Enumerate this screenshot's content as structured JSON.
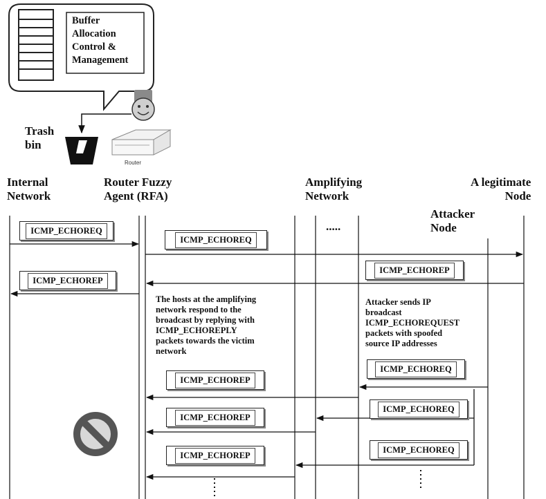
{
  "bubble": {
    "text": "Buffer\nAllocation\nControl &\nManagement"
  },
  "trash": {
    "label": "Trash\nbin"
  },
  "router": {
    "label": "Router"
  },
  "columns": {
    "internal": "Internal\nNetwork",
    "rfa": "Router Fuzzy\nAgent  (RFA)",
    "amplifying": "Amplifying\nNetwork",
    "legit": "A legitimate\nNode",
    "attacker": "Attacker\nNode"
  },
  "dots_label": ".....",
  "messages": {
    "m1": "ICMP_ECHOREQ",
    "m2": "ICMP_ECHOREQ",
    "m3": "ICMP_ECHOREP",
    "m4": "ICMP_ECHOREP",
    "m5": "ICMP_ECHOREQ",
    "m6": "ICMP_ECHOREP",
    "m7": "ICMP_ECHOREQ",
    "m8": "ICMP_ECHOREP",
    "m9": "ICMP_ECHOREQ",
    "m10": "ICMP_ECHOREP"
  },
  "notes": {
    "hosts": "The hosts at the amplifying\nnetwork respond to the\nbroadcast by replying with\nICMP_ECHOREPLY\npackets towards the victim\nnetwork",
    "attacker": "Attacker sends IP\nbroadcast\nICMP_ECHOREQUEST\npackets with spoofed\nsource IP addresses"
  }
}
